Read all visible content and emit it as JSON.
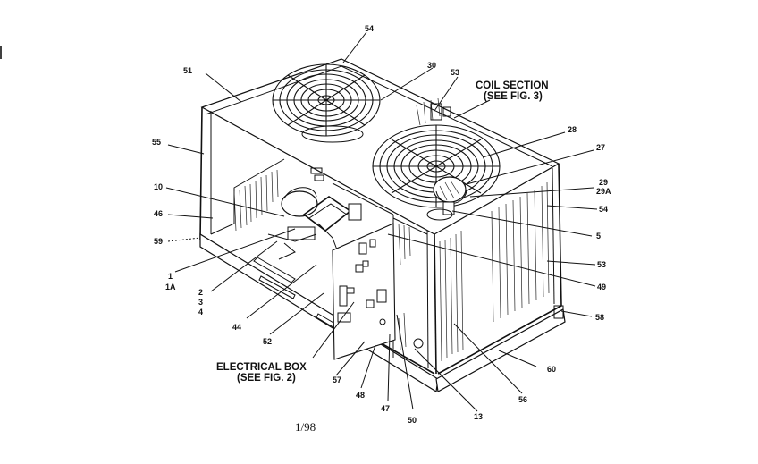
{
  "callouts": {
    "c54_top": "54",
    "c51": "51",
    "c30": "30",
    "c53_top": "53",
    "c55": "55",
    "c28": "28",
    "c27": "27",
    "c10": "10",
    "c29": "29",
    "c29a": "29A",
    "c46": "46",
    "c54_right": "54",
    "c59": "59",
    "c5": "5",
    "c1": "1",
    "c1a": "1A",
    "c53_right": "53",
    "c2": "2",
    "c3": "3",
    "c4": "4",
    "c49": "49",
    "c44": "44",
    "c58": "58",
    "c52": "52",
    "c57": "57",
    "c60": "60",
    "c48": "48",
    "c47": "47",
    "c50": "50",
    "c13": "13",
    "c56": "56"
  },
  "sections": {
    "coil_line1": "COIL SECTION",
    "coil_line2": "(SEE FIG. 3)",
    "elec_line1": "ELECTRICAL BOX",
    "elec_line2": "(SEE FIG. 2)"
  },
  "footer": {
    "date": "1/98"
  }
}
